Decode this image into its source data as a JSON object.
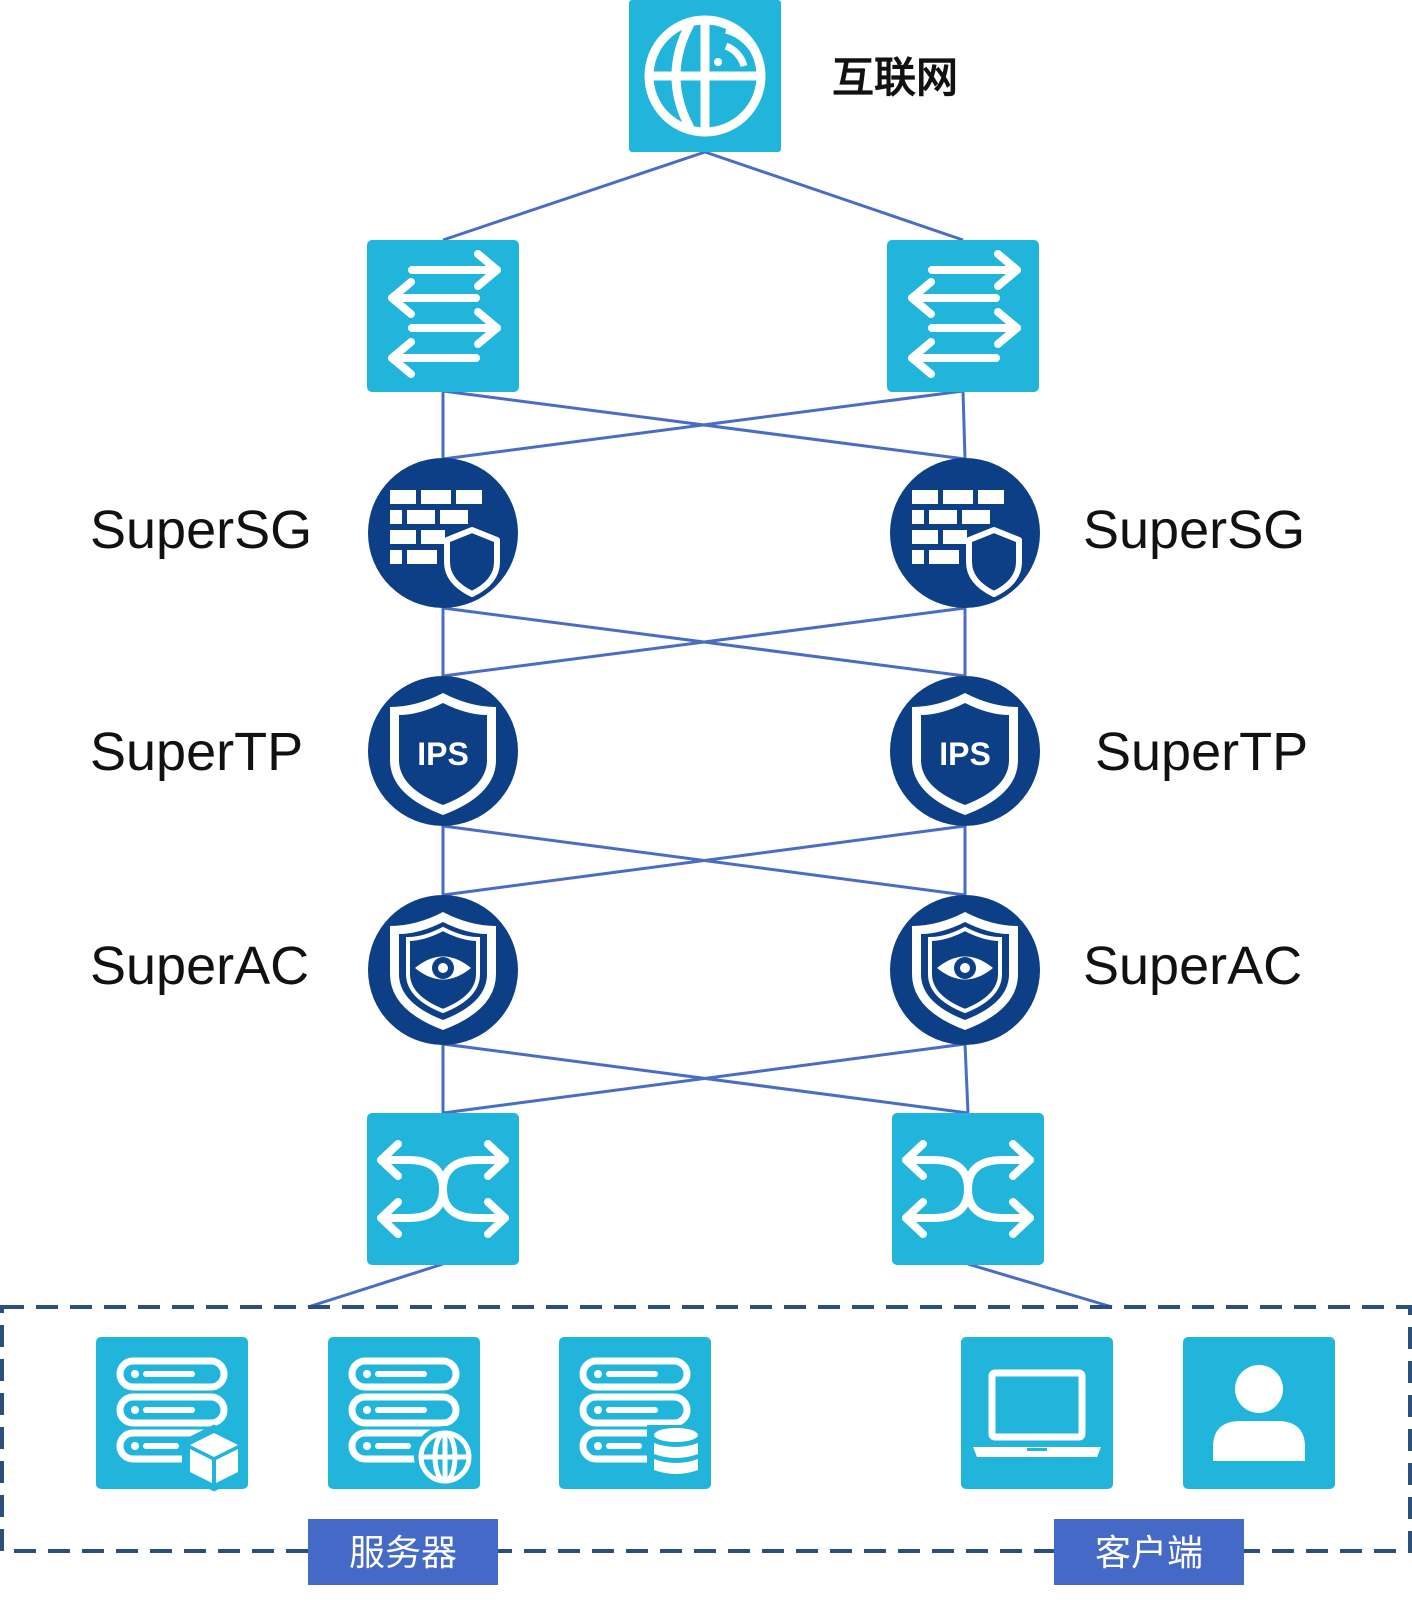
{
  "nodes": {
    "internet": {
      "label": "互联网",
      "icon": "globe-icon"
    },
    "router_left": {
      "icon": "router-arrows-icon"
    },
    "router_right": {
      "icon": "router-arrows-icon"
    },
    "firewall_left": {
      "label": "SuperSG",
      "icon": "firewall-shield-icon"
    },
    "firewall_right": {
      "label": "SuperSG",
      "icon": "firewall-shield-icon"
    },
    "ips_left": {
      "label": "SuperTP",
      "icon": "ips-shield-icon",
      "badge": "IPS"
    },
    "ips_right": {
      "label": "SuperTP",
      "icon": "ips-shield-icon",
      "badge": "IPS"
    },
    "ac_left": {
      "label": "SuperAC",
      "icon": "eye-shield-icon"
    },
    "ac_right": {
      "label": "SuperAC",
      "icon": "eye-shield-icon"
    },
    "switch_left": {
      "icon": "switch-cross-arrows-icon"
    },
    "switch_right": {
      "icon": "switch-cross-arrows-icon"
    }
  },
  "groups": {
    "servers": {
      "label": "服务器",
      "items": [
        "server-cube-icon",
        "server-globe-icon",
        "server-database-icon"
      ]
    },
    "clients": {
      "label": "客户端",
      "items": [
        "laptop-icon",
        "user-icon"
      ]
    }
  },
  "colors": {
    "light_tile": "#22b5dc",
    "dark_node": "#0c3f85",
    "link": "#4a6cc4",
    "group_border": "#2d4f7c",
    "tag_bg": "#4469c6"
  }
}
